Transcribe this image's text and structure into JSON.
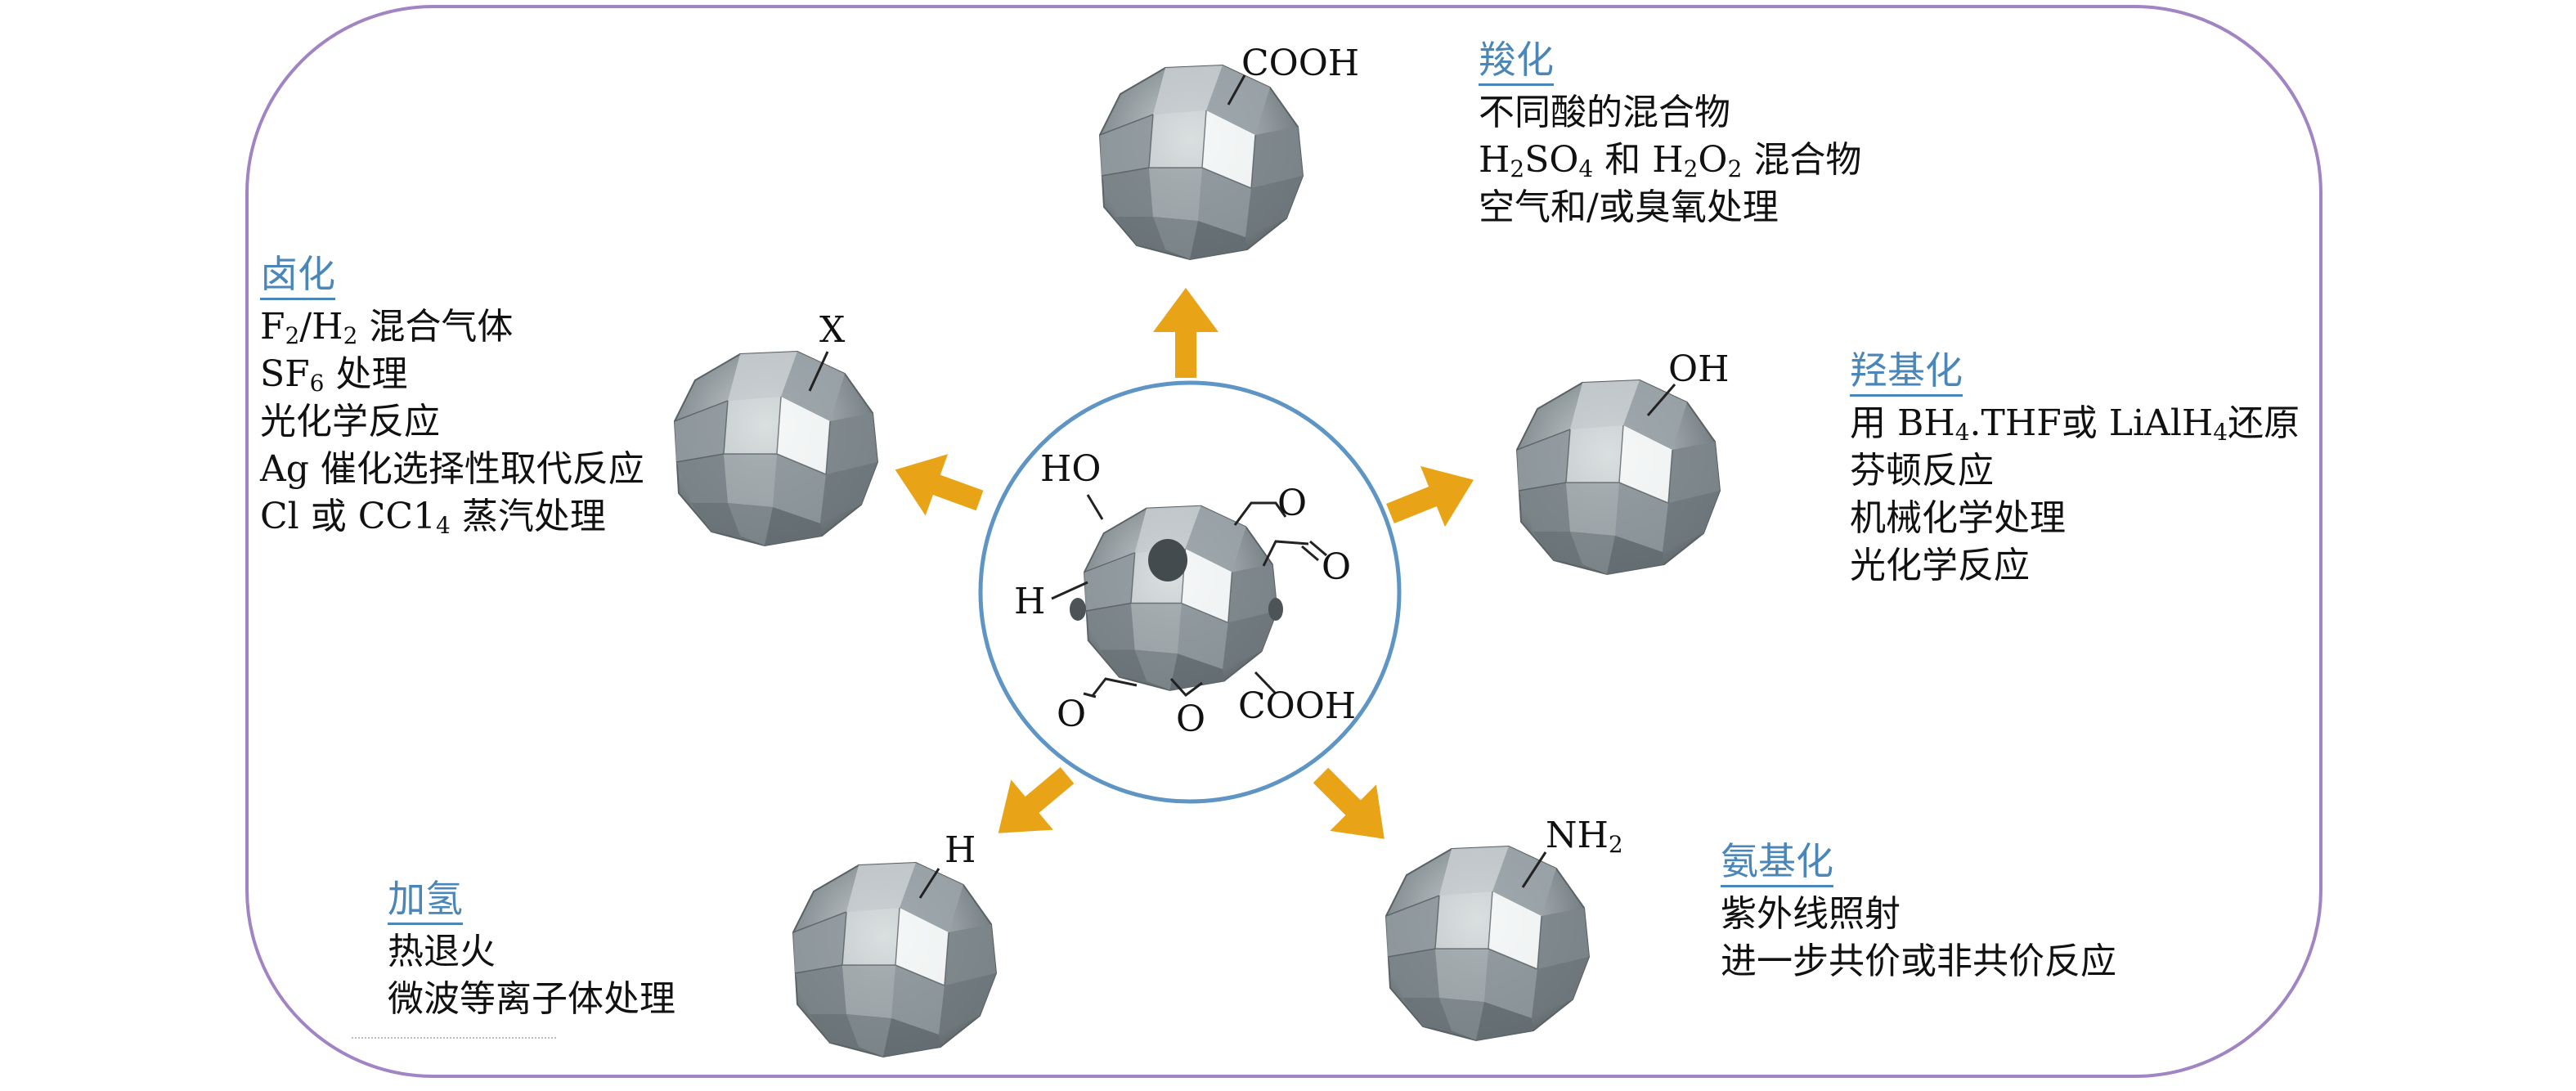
{
  "center": {
    "labels": {
      "ho": "HO",
      "h": "H",
      "o_ring_top": "O",
      "o_ring_right": "O",
      "o_left": "O",
      "o_epoxy": "O",
      "cooh": "COOH"
    }
  },
  "particles": {
    "top": {
      "group": "COOH"
    },
    "left": {
      "group": "X"
    },
    "right": {
      "group": "OH"
    },
    "bottom_left": {
      "group": "H"
    },
    "bottom_right": {
      "group_base": "NH",
      "group_sub": "2"
    }
  },
  "groups": {
    "carboxylation": {
      "title": "羧化",
      "lines": [
        {
          "segments": [
            {
              "t": "不同酸的混合物"
            }
          ]
        },
        {
          "segments": [
            {
              "t": "H"
            },
            {
              "sub": "2"
            },
            {
              "t": "SO"
            },
            {
              "sub": "4"
            },
            {
              "t": " 和 H"
            },
            {
              "sub": "2"
            },
            {
              "t": "O"
            },
            {
              "sub": "2"
            },
            {
              "t": " 混合物"
            }
          ]
        },
        {
          "segments": [
            {
              "t": "空气和/或臭氧处理"
            }
          ]
        }
      ]
    },
    "halogenation": {
      "title": "卤化",
      "lines": [
        {
          "segments": [
            {
              "t": "F"
            },
            {
              "sub": "2"
            },
            {
              "t": "/H"
            },
            {
              "sub": "2"
            },
            {
              "t": " 混合气体"
            }
          ]
        },
        {
          "segments": [
            {
              "t": "SF"
            },
            {
              "sub": "6"
            },
            {
              "t": " 处理"
            }
          ]
        },
        {
          "segments": [
            {
              "t": "光化学反应"
            }
          ]
        },
        {
          "segments": [
            {
              "t": "Ag 催化选择性取代反应"
            }
          ]
        },
        {
          "segments": [
            {
              "t": "Cl 或 CC1"
            },
            {
              "sub": "4"
            },
            {
              "t": " 蒸汽处理"
            }
          ]
        }
      ]
    },
    "hydroxylation": {
      "title": "羟基化",
      "lines": [
        {
          "segments": [
            {
              "t": "用 BH"
            },
            {
              "sub": "4"
            },
            {
              "t": ".THF或 LiAlH"
            },
            {
              "sub": "4"
            },
            {
              "t": "还原"
            }
          ]
        },
        {
          "segments": [
            {
              "t": "芬顿反应"
            }
          ]
        },
        {
          "segments": [
            {
              "t": "机械化学处理"
            }
          ]
        },
        {
          "segments": [
            {
              "t": "光化学反应"
            }
          ]
        }
      ]
    },
    "hydrogenation": {
      "title": "加氢",
      "lines": [
        {
          "segments": [
            {
              "t": "热退火"
            }
          ]
        },
        {
          "segments": [
            {
              "t": "微波等离子体处理"
            }
          ]
        }
      ]
    },
    "amination": {
      "title": "氨基化",
      "lines": [
        {
          "segments": [
            {
              "t": "紫外线照射"
            }
          ]
        },
        {
          "segments": [
            {
              "t": "进一步共价或非共价反应"
            }
          ]
        }
      ]
    }
  },
  "colors": {
    "frame": "#a184c4",
    "circle": "#5e95c4",
    "arrow": "#e8a317",
    "title": "#4a86b8",
    "particle": "#8a9397"
  }
}
